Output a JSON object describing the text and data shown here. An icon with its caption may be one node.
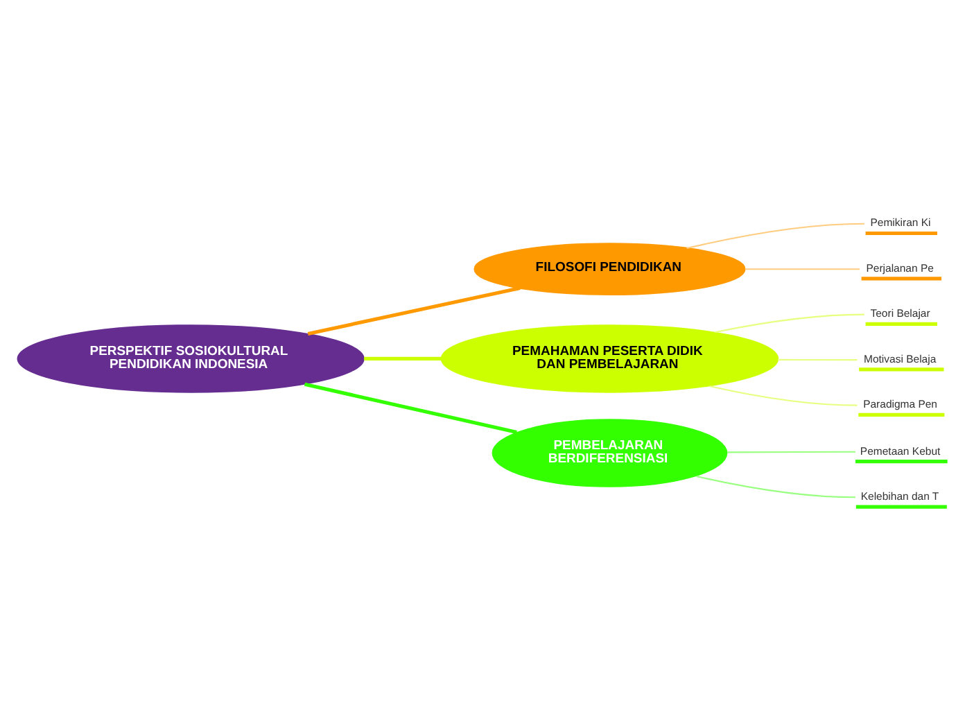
{
  "diagram": {
    "nodes": [
      {
        "text": [
          "PERSPEKTIF SOSIOKULTURAL PENDIDIKAN INDONESIA"
        ]
      },
      {
        "text": [
          "FILOSOFI PENDIDIKAN"
        ]
      },
      {
        "text": [
          "Pemikiran Ki"
        ]
      },
      {
        "text": [
          "Perjalanan Pe"
        ]
      },
      {
        "text": [
          "PEMAHAMAN PESERTA DIDIK DAN PEMBELAJARAN"
        ]
      },
      {
        "text": [
          "Teori Belajar"
        ]
      },
      {
        "text": [
          "Motivasi Belaja"
        ]
      },
      {
        "text": [
          "Paradigma Pen"
        ]
      },
      {
        "text": [
          "PEMBELAJARAN BERDIFERENSIASI"
        ]
      },
      {
        "text": [
          "Pemetaan Kebut"
        ]
      },
      {
        "text": [
          "Kelebihan dan T"
        ]
      }
    ],
    "edges": [
      {
        "from": 0,
        "to": 1,
        "arrow": "none",
        "style": "thick",
        "color": "#ff9900"
      },
      {
        "from": 1,
        "to": 2,
        "arrow": "none",
        "color": "#ffcc80"
      },
      {
        "from": 1,
        "to": 3,
        "arrow": "none",
        "color": "#ffcc80"
      },
      {
        "from": 0,
        "to": 4,
        "arrow": "none",
        "style": "thick",
        "color": "#ccff00"
      },
      {
        "from": 4,
        "to": 5,
        "arrow": "none",
        "color": "#e6ff80"
      },
      {
        "from": 4,
        "to": 6,
        "arrow": "none",
        "color": "#e6ff80"
      },
      {
        "from": 4,
        "to": 7,
        "arrow": "none",
        "color": "#e6ff80"
      },
      {
        "from": 0,
        "to": 8,
        "arrow": "none",
        "style": "thick",
        "color": "#33ff00"
      },
      {
        "from": 8,
        "to": 9,
        "arrow": "none",
        "color": "#99ff80"
      },
      {
        "from": 8,
        "to": 10,
        "arrow": "none",
        "color": "#99ff80"
      }
    ]
  }
}
